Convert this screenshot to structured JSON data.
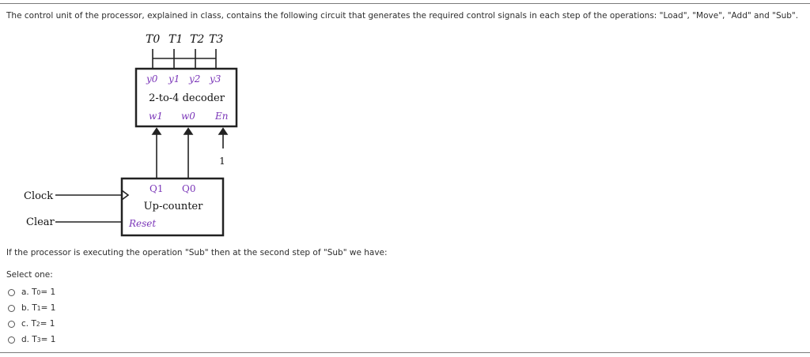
{
  "question": {
    "text": "The control unit of the processor, explained in class, contains the following circuit that generates the required control signals in each step of the operations: \"Load\", \"Move\", \"Add\" and \"Sub\".",
    "prompt": "If the processor is executing the operation \"Sub\" then at the second step of \"Sub\" we have:"
  },
  "diagram": {
    "top_outputs": [
      "T0",
      "T1",
      "T2",
      "T3"
    ],
    "decoder": {
      "outputs": [
        "y0",
        "y1",
        "y2",
        "y3"
      ],
      "label": "2-to-4 decoder",
      "inputs": [
        "w1",
        "w0",
        "En"
      ]
    },
    "enable_value": "1",
    "counter": {
      "outputs": [
        "Q1",
        "Q0"
      ],
      "label": "Up-counter",
      "reset": "Reset"
    },
    "signals": {
      "clock": "Clock",
      "clear": "Clear"
    },
    "colors": {
      "purple": "#7a35b8",
      "line": "#222222"
    }
  },
  "answers": {
    "select_label": "Select one:",
    "options": [
      {
        "letter": "a.",
        "var": "T",
        "sub": "0",
        "rest": " = 1"
      },
      {
        "letter": "b.",
        "var": "T",
        "sub": "1",
        "rest": " = 1"
      },
      {
        "letter": "c.",
        "var": "T",
        "sub": "2",
        "rest": " = 1"
      },
      {
        "letter": "d.",
        "var": "T",
        "sub": "3",
        "rest": " = 1"
      }
    ]
  }
}
